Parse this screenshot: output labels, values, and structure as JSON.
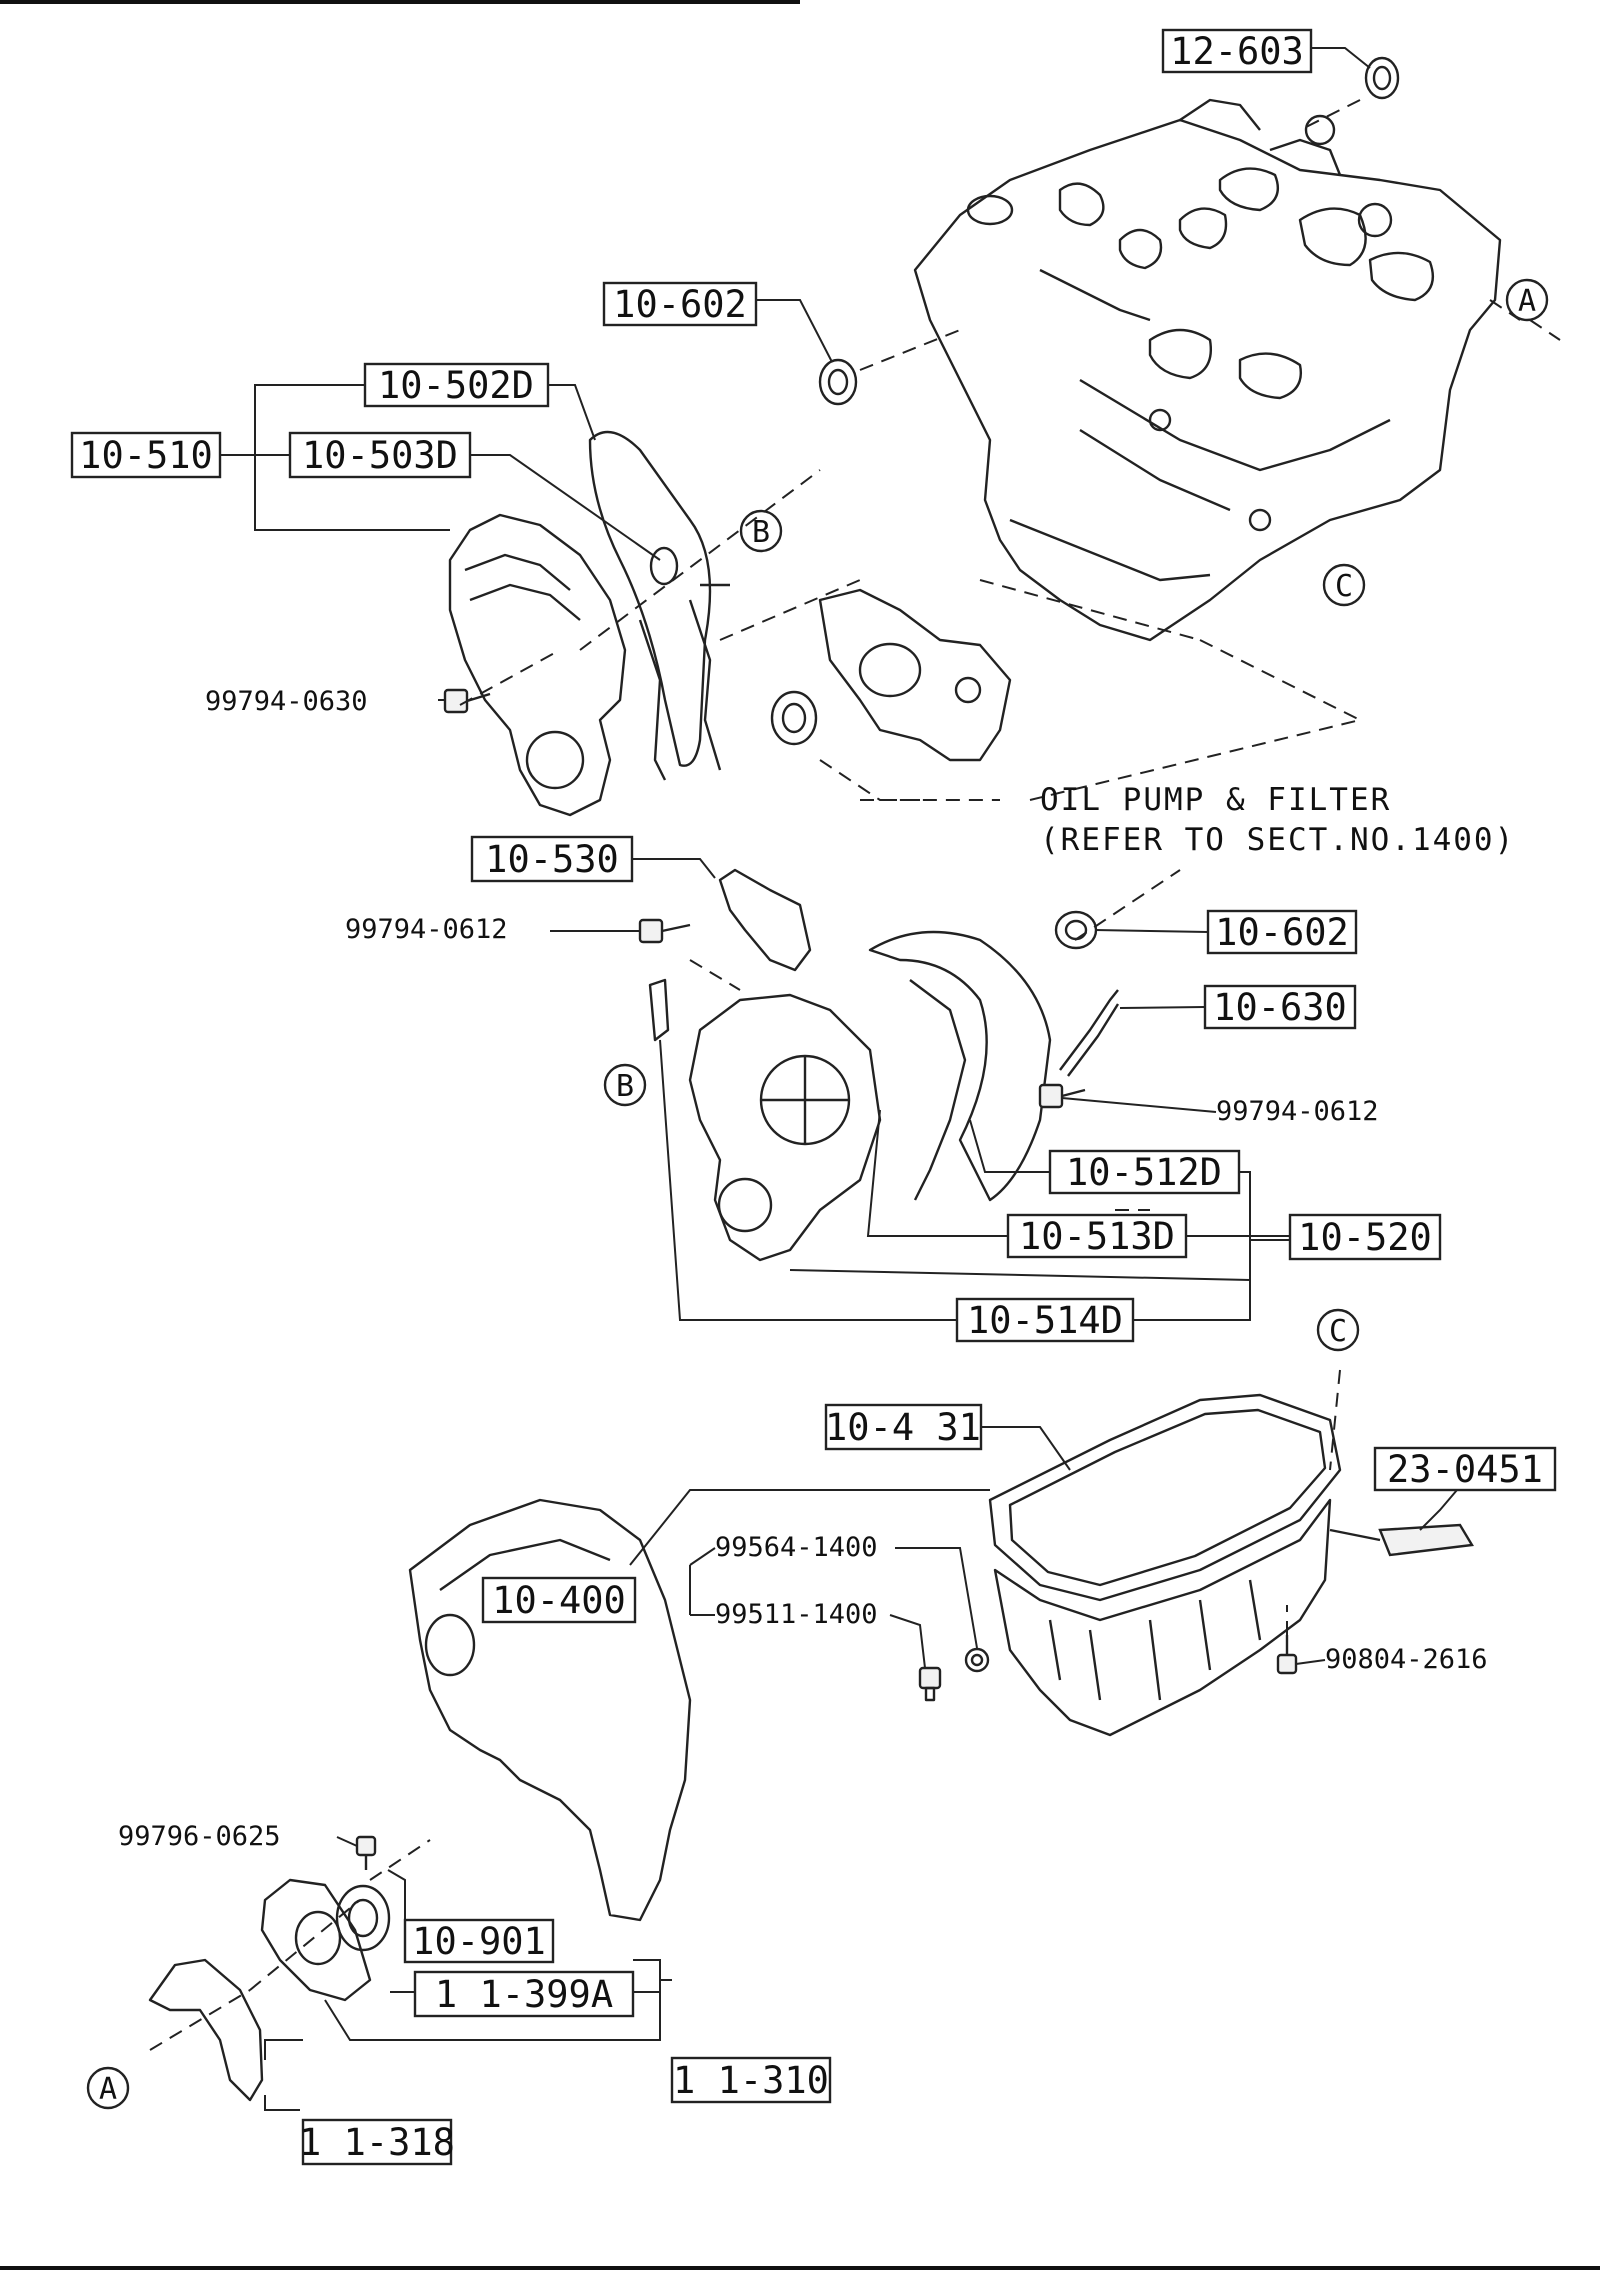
{
  "diagram": {
    "boxed_labels": [
      "12-603",
      "10-602",
      "10-502D",
      "10-510",
      "10-503D",
      "10-530",
      "10-602",
      "10-630",
      "10-512D",
      "10-513D",
      "10-520",
      "10-514D",
      "10-4 31",
      "23-0451",
      "10-400",
      "10-901",
      "1 1-399A",
      "1 1-310",
      "1 1-318"
    ],
    "plain_labels": [
      "99794-0630",
      "99794-0612",
      "99794-0612",
      "99564-1400",
      "99511-1400",
      "90804-2616",
      "99796-0625"
    ],
    "reference_markers": [
      "A",
      "B",
      "C",
      "B",
      "C",
      "A"
    ],
    "note_lines": [
      "OIL PUMP & FILTER",
      "(REFER TO SECT.NO.1400)"
    ]
  }
}
